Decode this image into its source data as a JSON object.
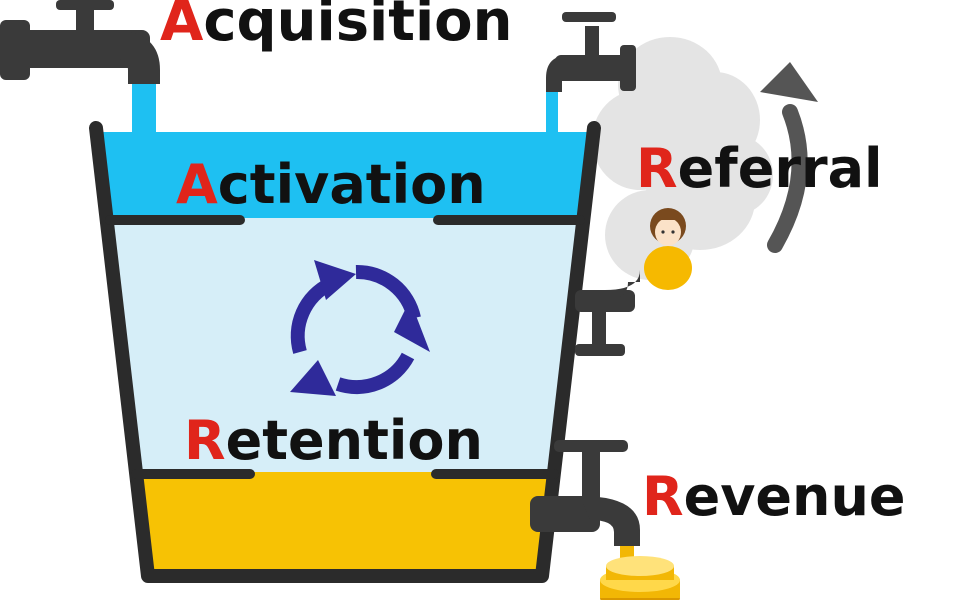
{
  "stages": {
    "acquisition": {
      "first": "A",
      "rest": "cquisition"
    },
    "activation": {
      "first": "A",
      "rest": "ctivation"
    },
    "retention": {
      "first": "R",
      "rest": "etention"
    },
    "referral": {
      "first": "R",
      "rest": "eferral"
    },
    "revenue": {
      "first": "R",
      "rest": "evenue"
    }
  },
  "colors": {
    "accent_letter": "#e0251b",
    "activation_band": "#1ec0f2",
    "retention_water": "#d6eef8",
    "revenue_band": "#f7c204",
    "bucket_outline": "#2b2b2b",
    "faucet": "#3a3a3a",
    "cycle_arrows": "#2f2a9a",
    "cloud": "#e3e3e3",
    "referral_arrow": "#555555",
    "coins": "#f2b705"
  },
  "icons": [
    "faucet-icon",
    "cycle-arrows-icon",
    "cloud-icon",
    "person-icon",
    "curved-arrow-icon",
    "coins-icon"
  ]
}
